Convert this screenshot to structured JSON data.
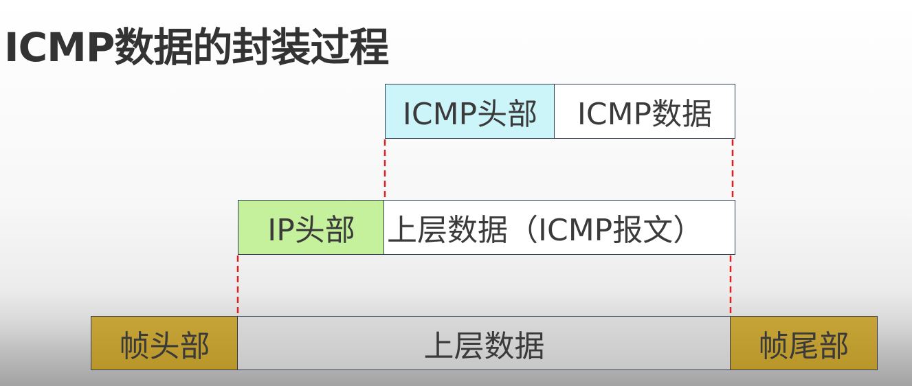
{
  "title": "ICMP数据的封装过程",
  "layer_icmp": {
    "header": "ICMP头部",
    "data": "ICMP数据"
  },
  "layer_ip": {
    "header": "IP头部",
    "data": "上层数据（ICMP报文）"
  },
  "layer_frame": {
    "header": "帧头部",
    "data": "上层数据",
    "trailer": "帧尾部"
  },
  "colors": {
    "icmp_header": "#ccf5fa",
    "ip_header": "#c5f09c",
    "frame_header_trailer": "#c6a437",
    "connector_line": "#e02020",
    "box_border": "#2f3b52"
  }
}
